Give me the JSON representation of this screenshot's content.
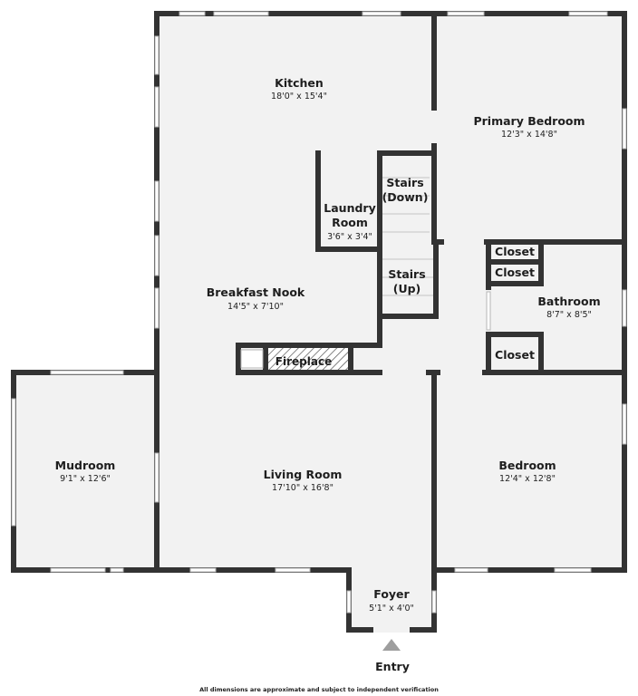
{
  "rooms": {
    "kitchen": {
      "name": "Kitchen",
      "dims": "18'0\" x 15'4\""
    },
    "primary_bedroom": {
      "name": "Primary Bedroom",
      "dims": "12'3\" x 14'8\""
    },
    "stairs_down": {
      "line1": "Stairs",
      "line2": "(Down)"
    },
    "laundry_room": {
      "line1": "Laundry",
      "line2": "Room",
      "dims": "3'6\" x 3'4\""
    },
    "closet_1": {
      "name": "Closet"
    },
    "closet_2": {
      "name": "Closet"
    },
    "closet_3": {
      "name": "Closet"
    },
    "stairs_up": {
      "line1": "Stairs",
      "line2": "(Up)"
    },
    "breakfast_nook": {
      "name": "Breakfast Nook",
      "dims": "14'5\" x 7'10\""
    },
    "bathroom": {
      "name": "Bathroom",
      "dims": "8'7\" x 8'5\""
    },
    "fireplace": {
      "name": "Fireplace"
    },
    "mudroom": {
      "name": "Mudroom",
      "dims": "9'1\" x 12'6\""
    },
    "living_room": {
      "name": "Living Room",
      "dims": "17'10\" x 16'8\""
    },
    "bedroom": {
      "name": "Bedroom",
      "dims": "12'4\" x 12'8\""
    },
    "foyer": {
      "name": "Foyer",
      "dims": "5'1\" x 4'0\""
    }
  },
  "entry": {
    "label": "Entry",
    "icon": "entry-arrow-icon"
  },
  "footer": {
    "disclaimer": "All dimensions are approximate and subject to independent verification"
  },
  "colors": {
    "wall": "#333333",
    "floor": "#f2f2f2",
    "window": "#ffffff",
    "text": "#1e1e1e"
  }
}
